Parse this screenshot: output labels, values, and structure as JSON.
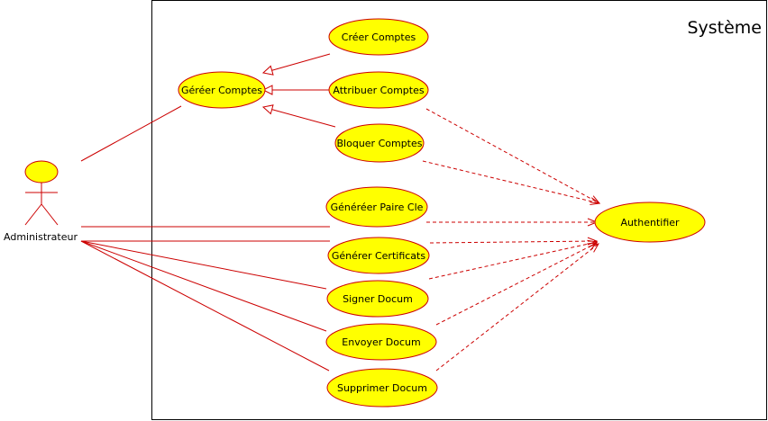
{
  "system": {
    "title": "Système"
  },
  "actor": {
    "label": "Administrateur"
  },
  "use_cases": {
    "gerer_comptes": "Géréer Comptes",
    "creer_comptes": "Créer Comptes",
    "attribuer_comptes": "Attribuer Comptes",
    "bloquer_comptes": "Bloquer Comptes",
    "generer_paire": "Généréer Paire Cle",
    "generer_certificats": "Générer Certificats",
    "signer_docum": "Signer Docum",
    "envoyer_docum": "Envoyer Docum",
    "supprimer_docum": "Supprimer Docum",
    "authentifier": "Authentifier"
  },
  "colors": {
    "use_case_fill": "#ffff00",
    "line": "#cc0000",
    "boundary": "#000000"
  }
}
